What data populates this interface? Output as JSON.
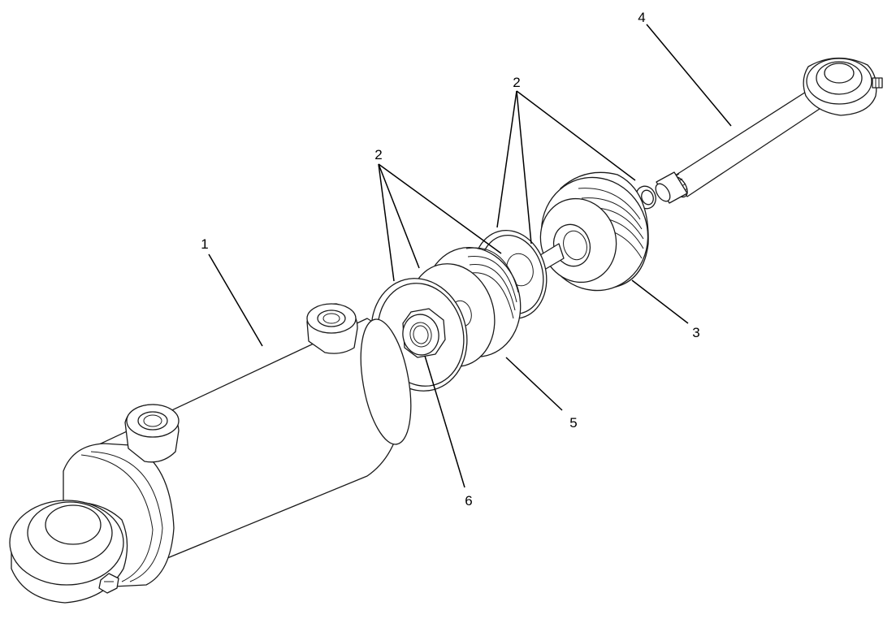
{
  "callouts": {
    "c1": "1",
    "c2_left": "2",
    "c2_right": "2",
    "c3": "3",
    "c4": "4",
    "c5": "5",
    "c6": "6"
  },
  "colors": {
    "line": "#1a1a1a",
    "background": "#ffffff"
  }
}
